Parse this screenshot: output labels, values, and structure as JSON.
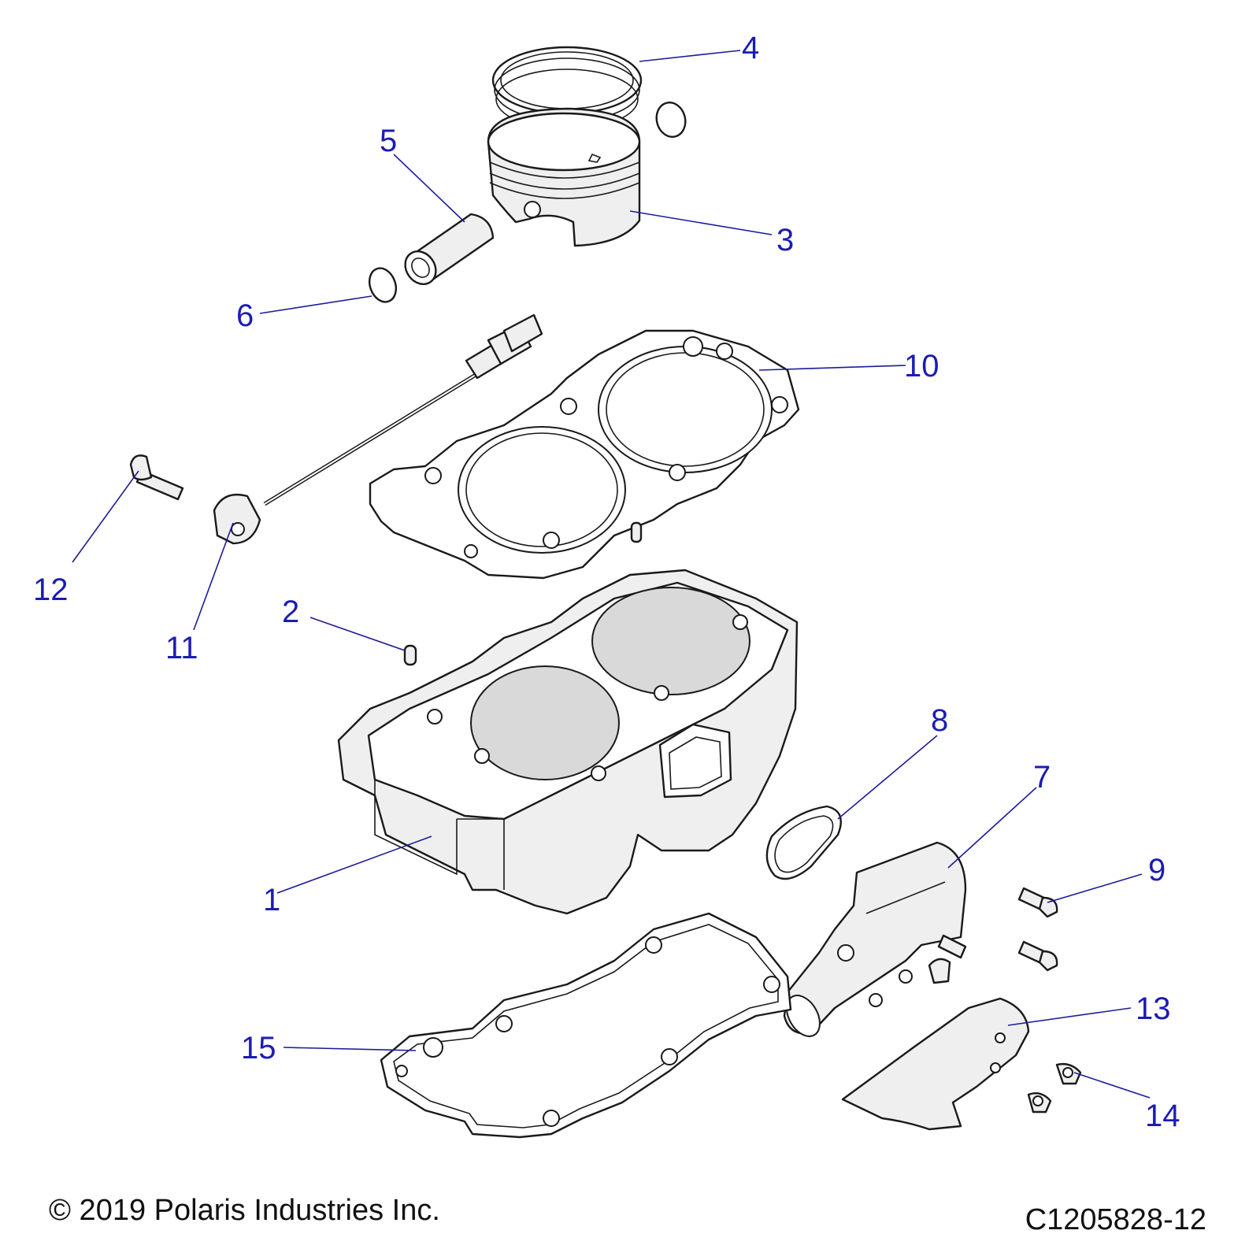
{
  "callouts": {
    "c1": "1",
    "c2": "2",
    "c3": "3",
    "c4": "4",
    "c5": "5",
    "c6": "6",
    "c7": "7",
    "c8": "8",
    "c9": "9",
    "c10": "10",
    "c11": "11",
    "c12": "12",
    "c13": "13",
    "c14": "14",
    "c15": "15"
  },
  "footer": {
    "copyright": "© 2019 Polaris Industries Inc.",
    "drawing_number": "C1205828-12"
  },
  "colors": {
    "callout_text": "#1c1cb4",
    "leader_line": "#1c1c9a",
    "line_art": "#1a1a1a"
  }
}
